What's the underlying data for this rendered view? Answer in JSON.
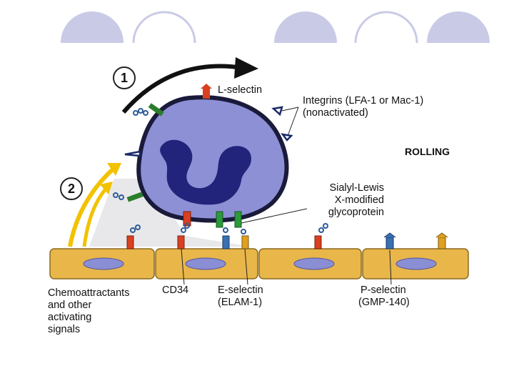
{
  "header": {
    "decoration_color": "#c9cbe6"
  },
  "diagram": {
    "steps": [
      "1",
      "2"
    ],
    "labels": {
      "l_selectin": "L-selectin",
      "integrins_line1": "Integrins (LFA-1 or Mac-1)",
      "integrins_line2": "(nonactivated)",
      "rolling": "ROLLING",
      "sialyl_line1": "Sialyl-Lewis",
      "sialyl_line2": "X-modified",
      "sialyl_line3": "glycoprotein",
      "chemo_line1": "Chemoattractants",
      "chemo_line2": "and other",
      "chemo_line3": "activating",
      "chemo_line4": "signals",
      "cd34": "CD34",
      "e_selectin_line1": "E-selectin",
      "e_selectin_line2": "(ELAM-1)",
      "p_selectin_line1": "P-selectin",
      "p_selectin_line2": "(GMP-140)"
    },
    "colors": {
      "cell_body": "#8e90d6",
      "cell_outline": "#1a1a3a",
      "nucleus": "#22237a",
      "endothelium": "#e9b64a",
      "endothelium_nucleus": "#8a8ed4",
      "arrow": "#f2c200",
      "l_selectin": "#d9401f",
      "integrin": "#2b7d2b",
      "e_selectin": "#e0a020",
      "p_selectin": "#3a6fb0"
    }
  }
}
